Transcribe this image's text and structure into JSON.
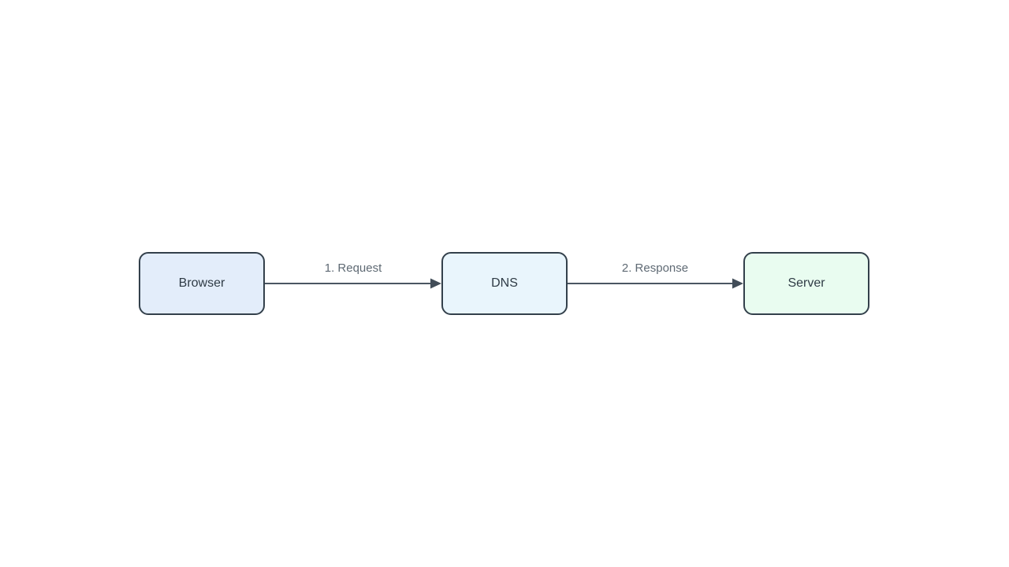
{
  "diagram": {
    "type": "flowchart-left-to-right",
    "background_color": "#ffffff",
    "node_border_color": "#33404b",
    "node_text_color": "#2f3b45",
    "edge_line_color": "#4a5662",
    "edge_label_color": "#5f6a74",
    "nodes": [
      {
        "id": "browser",
        "label": "Browser",
        "fill": "#e3edfa"
      },
      {
        "id": "dns",
        "label": "DNS",
        "fill": "#e9f5fc"
      },
      {
        "id": "server",
        "label": "Server",
        "fill": "#e9fcf0"
      }
    ],
    "edges": [
      {
        "from": "browser",
        "to": "dns",
        "label": "1. Request"
      },
      {
        "from": "dns",
        "to": "server",
        "label": "2. Response"
      }
    ]
  }
}
